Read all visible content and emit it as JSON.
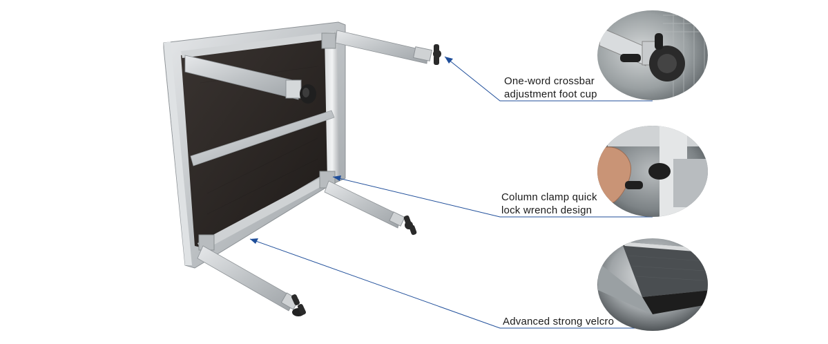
{
  "callouts": [
    {
      "lines": [
        "One-word crossbar",
        "adjustment foot cup"
      ],
      "icon": "leveling-foot-closeup"
    },
    {
      "lines": [
        "Column clamp quick",
        "lock wrench design"
      ],
      "icon": "clamp-wrench-closeup"
    },
    {
      "lines": [
        "Advanced strong velcro"
      ],
      "icon": "velcro-edge-closeup"
    }
  ],
  "colors": {
    "leader_line": "#1f4e9a",
    "board_surface": "#2b2624",
    "aluminum": "#c9ccce",
    "background": "#ffffff"
  }
}
